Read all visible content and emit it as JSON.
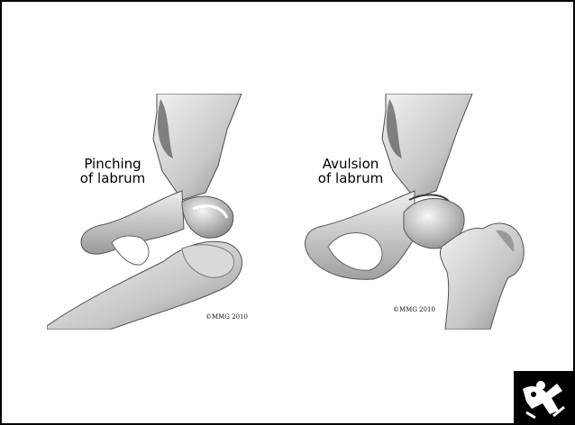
{
  "panels": [
    {
      "label_line1": "Pinching",
      "label_line2": "of labrum",
      "credit": "©MMG 2010"
    },
    {
      "label_line1": "Avulsion",
      "label_line2": "of labrum",
      "credit": "©MMG 2010"
    }
  ],
  "colors": {
    "bone_light": "#e4e4e4",
    "bone_mid": "#b8b8b8",
    "bone_dark": "#6a6a6a",
    "frame": "#000000",
    "logo_bg": "#000000"
  },
  "icons": [
    "hip-joint-pinching-illustration",
    "hip-joint-avulsion-illustration",
    "logo-icon"
  ]
}
